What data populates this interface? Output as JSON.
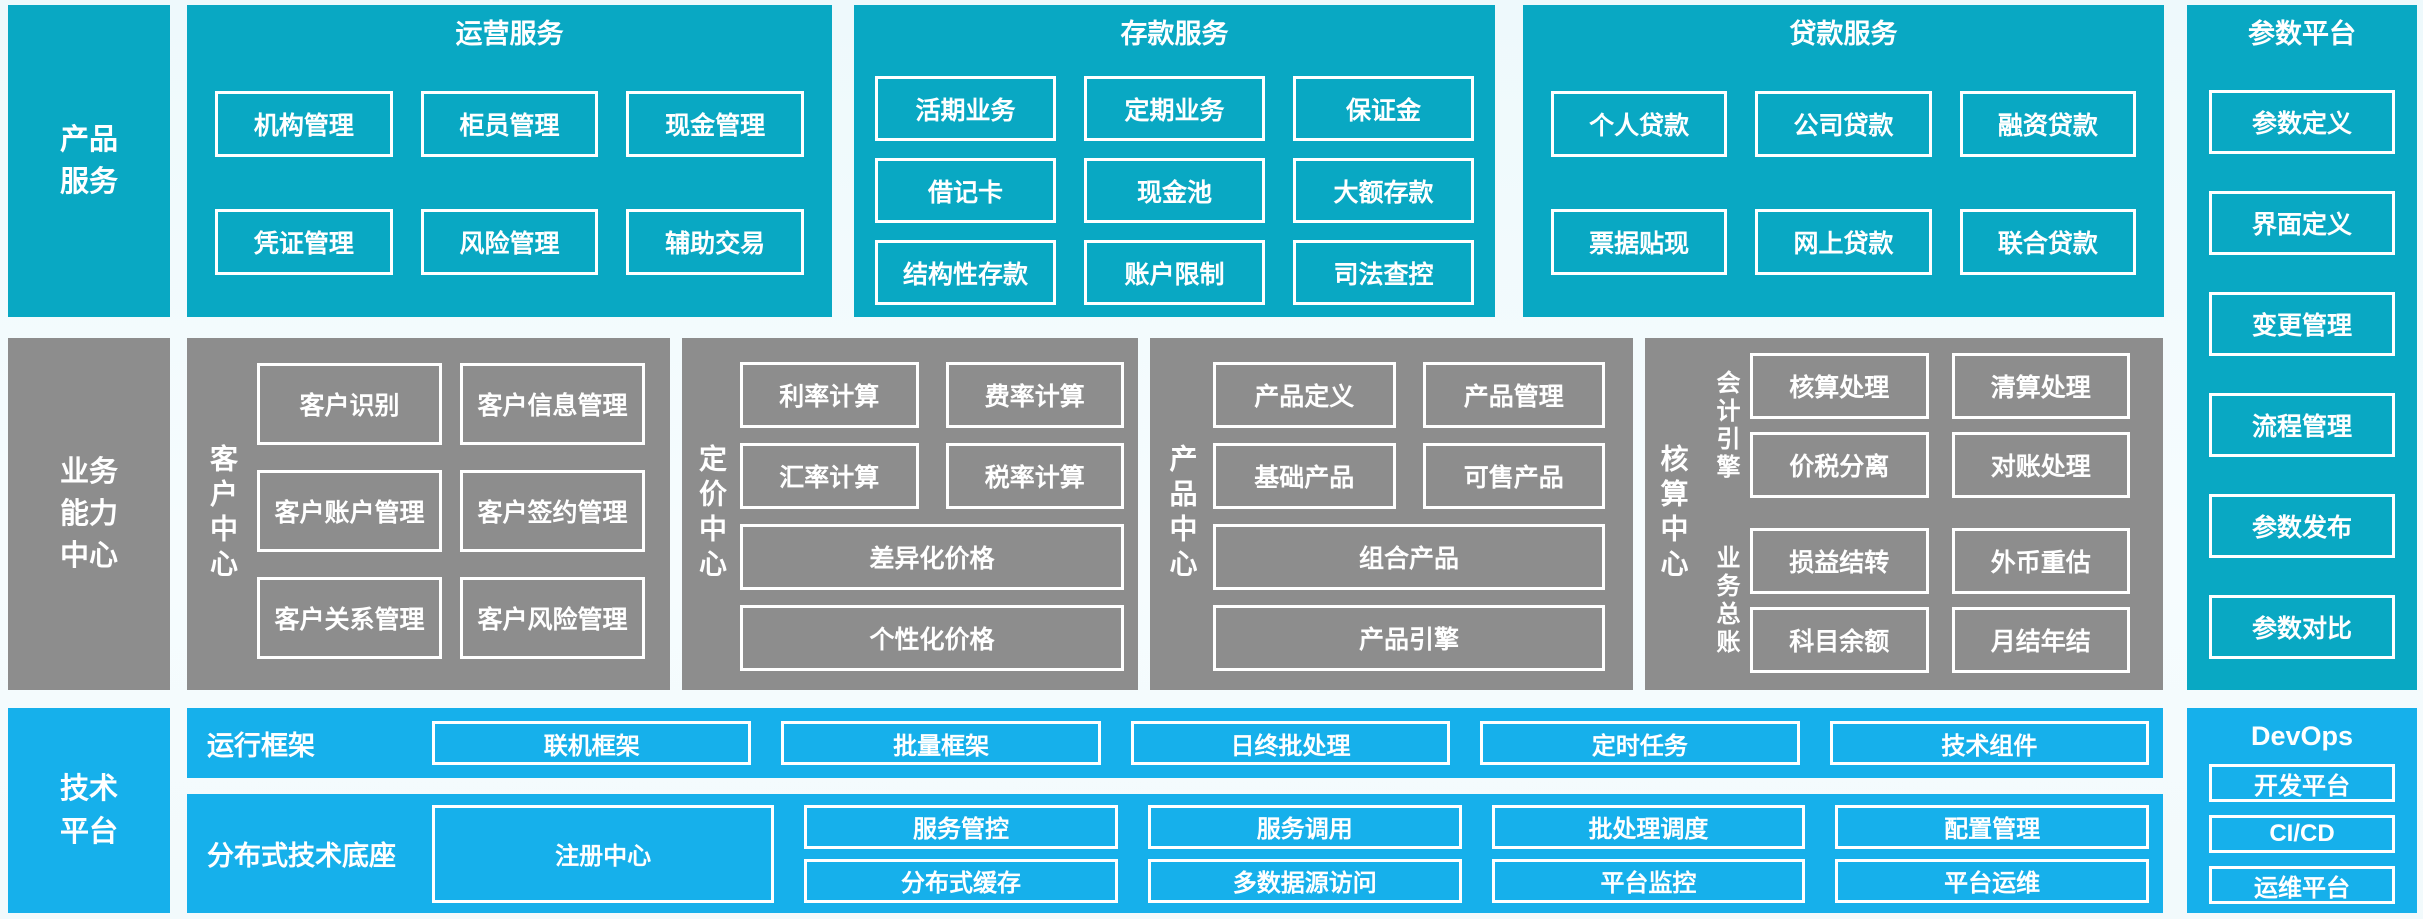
{
  "colors": {
    "teal": "#09a8c3",
    "gray": "#8d8d8d",
    "blue": "#16b0eb",
    "background": "#f2fafc",
    "box_border": "#ffffff",
    "text": "#ffffff"
  },
  "left_rail": {
    "product_services": {
      "lines": [
        "产品",
        "服务"
      ]
    },
    "business_capability_center": {
      "lines": [
        "业务",
        "能力",
        "中心"
      ]
    },
    "technology_platform": {
      "lines": [
        "技术",
        "平台"
      ]
    }
  },
  "product_services_band": {
    "operations": {
      "title": "运营服务",
      "items": [
        "机构管理",
        "柜员管理",
        "现金管理",
        "凭证管理",
        "风险管理",
        "辅助交易"
      ]
    },
    "deposit": {
      "title": "存款服务",
      "items": [
        "活期业务",
        "定期业务",
        "保证金",
        "借记卡",
        "现金池",
        "大额存款",
        "结构性存款",
        "账户限制",
        "司法查控"
      ]
    },
    "loan": {
      "title": "贷款服务",
      "items": [
        "个人贷款",
        "公司贷款",
        "融资贷款",
        "票据贴现",
        "网上贷款",
        "联合贷款"
      ]
    }
  },
  "parameter_platform": {
    "title": "参数平台",
    "items": [
      "参数定义",
      "界面定义",
      "变更管理",
      "流程管理",
      "参数发布",
      "参数对比"
    ]
  },
  "business_capability_band": {
    "customer_center": {
      "label": "客户中心",
      "items": [
        "客户识别",
        "客户信息管理",
        "客户账户管理",
        "客户签约管理",
        "客户关系管理",
        "客户风险管理"
      ]
    },
    "pricing_center": {
      "label": "定价中心",
      "items": [
        "利率计算",
        "费率计算",
        "汇率计算",
        "税率计算",
        "差异化价格",
        "个性化价格"
      ]
    },
    "product_center": {
      "label": "产品中心",
      "items": [
        "产品定义",
        "产品管理",
        "基础产品",
        "可售产品",
        "组合产品",
        "产品引擎"
      ]
    },
    "accounting_center": {
      "label": "核算中心",
      "groups": [
        {
          "label": "会计引擎",
          "items": [
            "核算处理",
            "清算处理",
            "价税分离",
            "对账处理"
          ]
        },
        {
          "label": "业务总账",
          "items": [
            "损益结转",
            "外币重估",
            "科目余额",
            "月结年结"
          ]
        }
      ]
    }
  },
  "technology_platform_band": {
    "runtime_framework": {
      "label": "运行框架",
      "items": [
        "联机框架",
        "批量框架",
        "日终批处理",
        "定时任务",
        "技术组件"
      ]
    },
    "distributed_base": {
      "label": "分布式技术底座",
      "registry": "注册中心",
      "items": [
        "服务管控",
        "分布式缓存",
        "服务调用",
        "多数据源访问",
        "批处理调度",
        "平台监控",
        "配置管理",
        "平台运维"
      ]
    },
    "devops": {
      "title": "DevOps",
      "items": [
        "开发平台",
        "CI/CD",
        "运维平台"
      ]
    }
  }
}
